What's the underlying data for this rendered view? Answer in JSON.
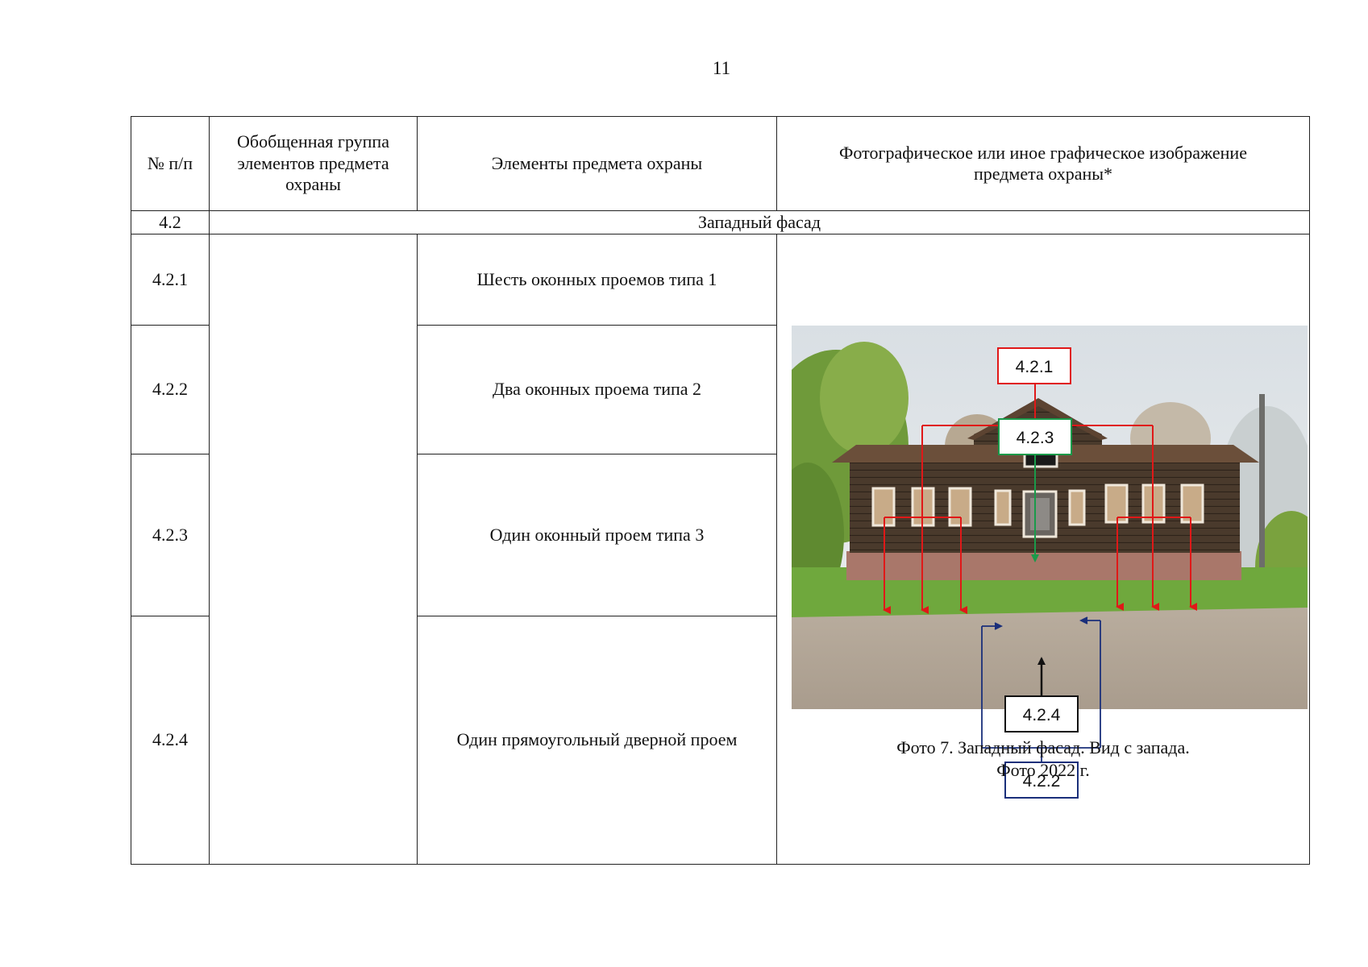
{
  "page_number": "11",
  "header": {
    "col_num": "№ п/п",
    "col_group": "Обобщенная группа элементов предмета охраны",
    "col_elements": "Элементы предмета охраны",
    "col_photo": "Фотографическое или иное графическое изображение предмета охраны*"
  },
  "section": {
    "number": "4.2",
    "title": "Западный фасад"
  },
  "rows": [
    {
      "number": "4.2.1",
      "element": "Шесть оконных проемов типа 1"
    },
    {
      "number": "4.2.2",
      "element": "Два оконных проема типа 2"
    },
    {
      "number": "4.2.3",
      "element": "Один оконный проем типа 3"
    },
    {
      "number": "4.2.4",
      "element": "Один прямоугольный дверной проем"
    }
  ],
  "photo": {
    "caption_line1": "Фото 7. Западный фасад. Вид с запада.",
    "caption_line2": "Фото 2022 г.",
    "labels": {
      "window_type1": "4.2.1",
      "window_type3": "4.2.3",
      "door": "4.2.4",
      "window_type2": "4.2.2"
    },
    "colors": {
      "window_type1": "#e01818",
      "window_type3": "#1a9a4a",
      "door": "#111111",
      "window_type2": "#1a2f7a"
    }
  }
}
